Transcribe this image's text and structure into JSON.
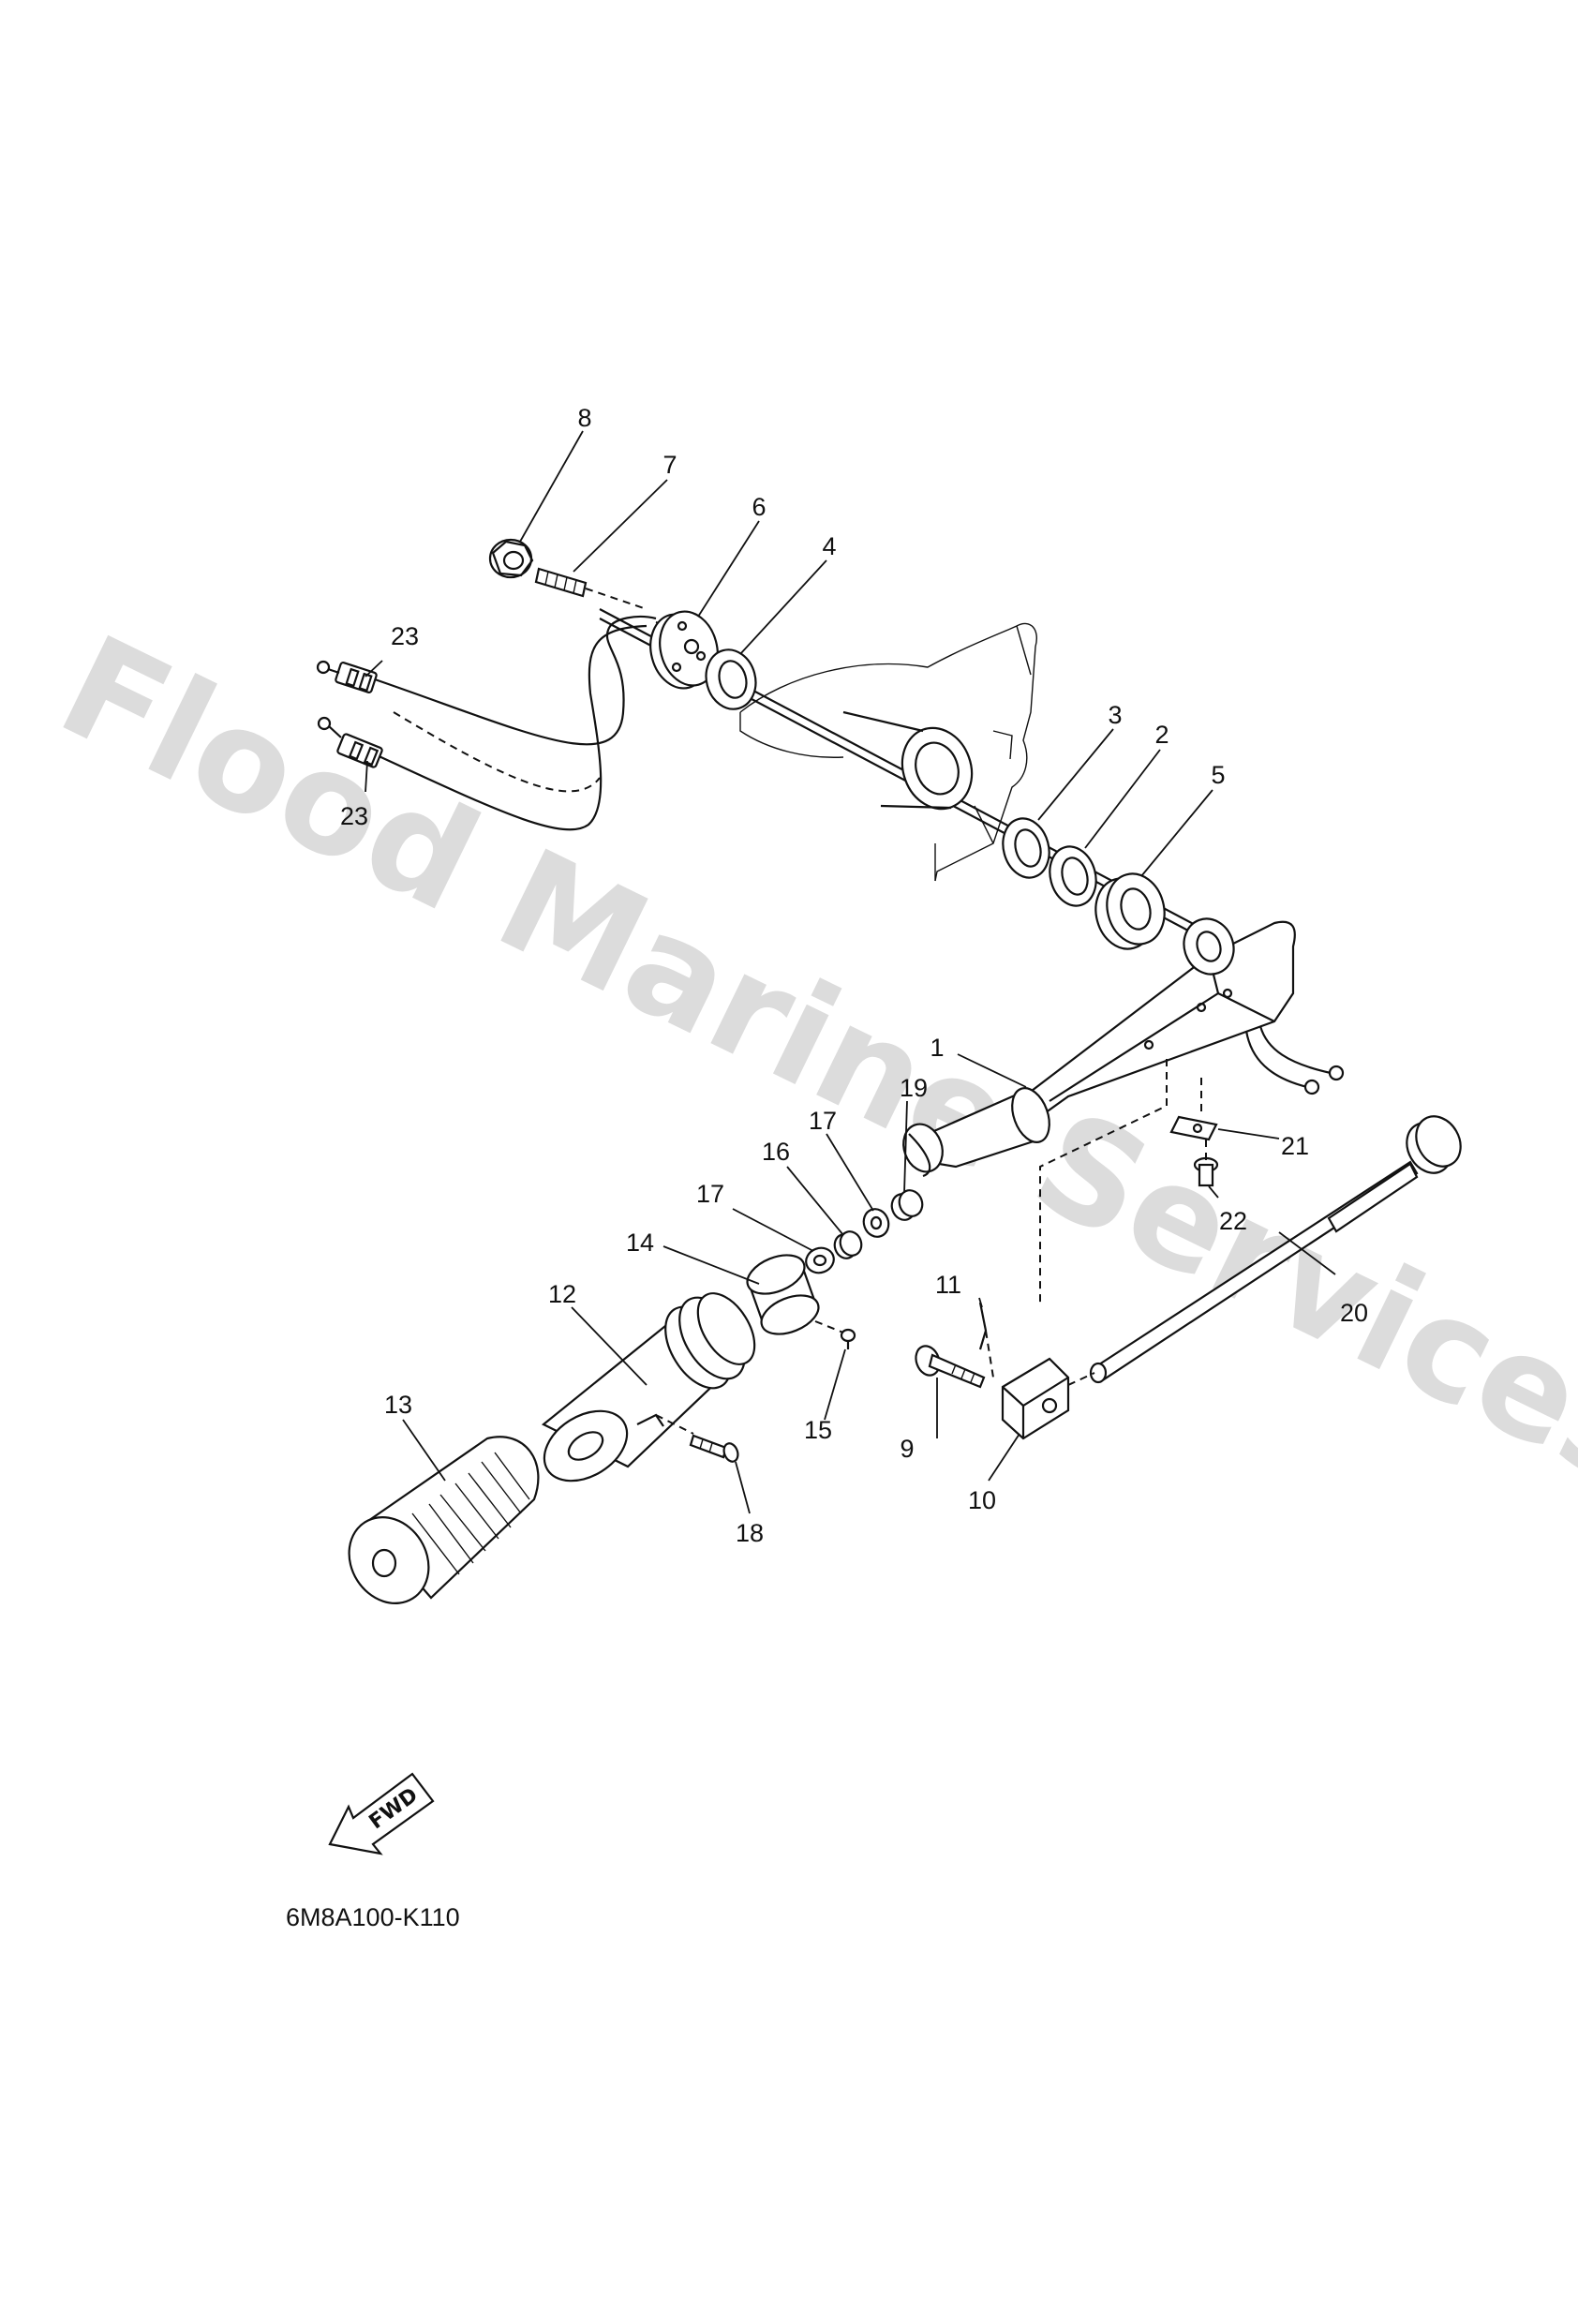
{
  "watermark": "Flood Marine Services",
  "diagram_code": "6M8A100-K110",
  "fwd_label": "FWD",
  "callouts": [
    {
      "id": "c1",
      "label": "1"
    },
    {
      "id": "c2",
      "label": "2"
    },
    {
      "id": "c3",
      "label": "3"
    },
    {
      "id": "c4",
      "label": "4"
    },
    {
      "id": "c5",
      "label": "5"
    },
    {
      "id": "c6",
      "label": "6"
    },
    {
      "id": "c7",
      "label": "7"
    },
    {
      "id": "c8",
      "label": "8"
    },
    {
      "id": "c9",
      "label": "9"
    },
    {
      "id": "c10",
      "label": "10"
    },
    {
      "id": "c11",
      "label": "11"
    },
    {
      "id": "c12",
      "label": "12"
    },
    {
      "id": "c13",
      "label": "13"
    },
    {
      "id": "c14",
      "label": "14"
    },
    {
      "id": "c15",
      "label": "15"
    },
    {
      "id": "c16",
      "label": "16"
    },
    {
      "id": "c17a",
      "label": "17"
    },
    {
      "id": "c17b",
      "label": "17"
    },
    {
      "id": "c18",
      "label": "18"
    },
    {
      "id": "c19",
      "label": "19"
    },
    {
      "id": "c20",
      "label": "20"
    },
    {
      "id": "c21",
      "label": "21"
    },
    {
      "id": "c22",
      "label": "22"
    },
    {
      "id": "c23a",
      "label": "23"
    },
    {
      "id": "c23b",
      "label": "23"
    }
  ]
}
